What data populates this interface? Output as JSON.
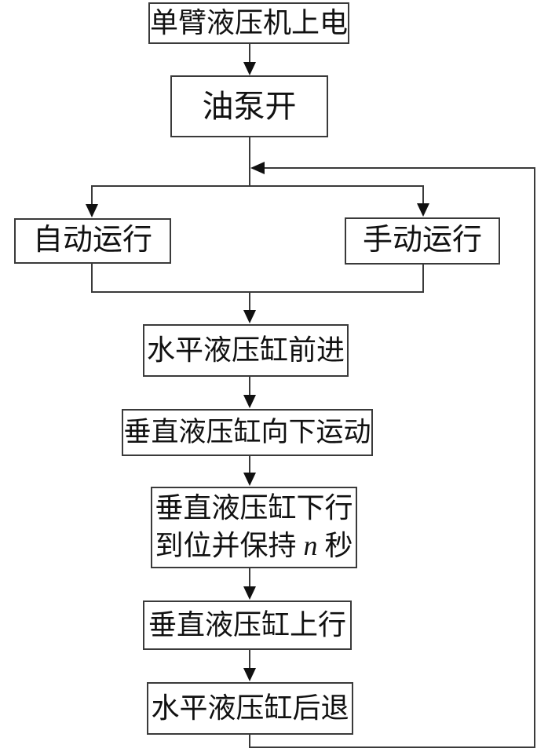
{
  "diagram": {
    "type": "flowchart",
    "background_color": "#ffffff",
    "line_color": "#3a3a3a",
    "text_color": "#111111",
    "nodes": {
      "power_on": {
        "label": "单臂液压机上电"
      },
      "pump_on": {
        "label": "油泵开"
      },
      "auto_run": {
        "label": "自动运行"
      },
      "manual_run": {
        "label": "手动运行"
      },
      "horizontal_forward": {
        "label": "水平液压缸前进"
      },
      "vertical_down": {
        "label": "垂直液压缸向下运动"
      },
      "hold": {
        "line1": "垂直液压缸下行",
        "line2_prefix": "到位并保持 ",
        "line2_var": "n",
        "line2_suffix": " 秒"
      },
      "vertical_up": {
        "label": "垂直液压缸上行"
      },
      "horizontal_back": {
        "label": "水平液压缸后退"
      }
    },
    "edges": [
      "power_on -> pump_on",
      "pump_on -> branch",
      "branch -> auto_run",
      "branch -> manual_run",
      "auto_run -> merge",
      "manual_run -> merge",
      "merge -> horizontal_forward",
      "horizontal_forward -> vertical_down",
      "vertical_down -> hold",
      "hold -> vertical_up",
      "vertical_up -> horizontal_back",
      "horizontal_back -> branch (feedback loop, right side)"
    ]
  }
}
